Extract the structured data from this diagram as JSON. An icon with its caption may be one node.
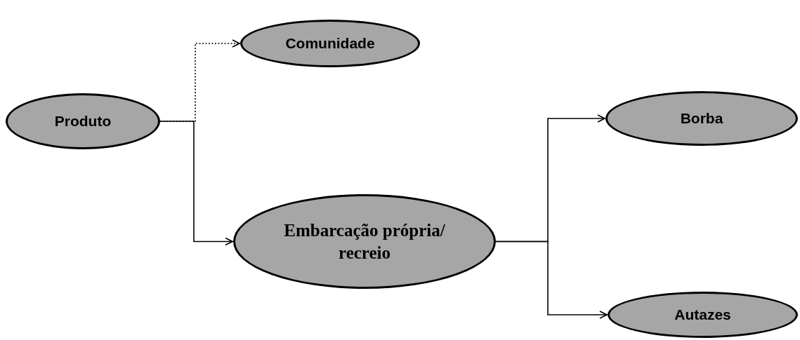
{
  "diagram": {
    "nodes": [
      {
        "text": [
          "Produto"
        ]
      },
      {
        "text": [
          "Comunidade"
        ]
      },
      {
        "text": [
          "Embarcação própria/ recreio"
        ]
      },
      {
        "text": [
          "Borba"
        ]
      },
      {
        "text": [
          "Autazes"
        ]
      }
    ],
    "edges": [
      {
        "from": 0,
        "to": 1,
        "arrow": "to",
        "style": "dashed"
      },
      {
        "from": 0,
        "to": 2,
        "arrow": "to"
      },
      {
        "from": 2,
        "to": 3,
        "arrow": "to"
      },
      {
        "from": 2,
        "to": 4,
        "arrow": "to"
      }
    ]
  }
}
